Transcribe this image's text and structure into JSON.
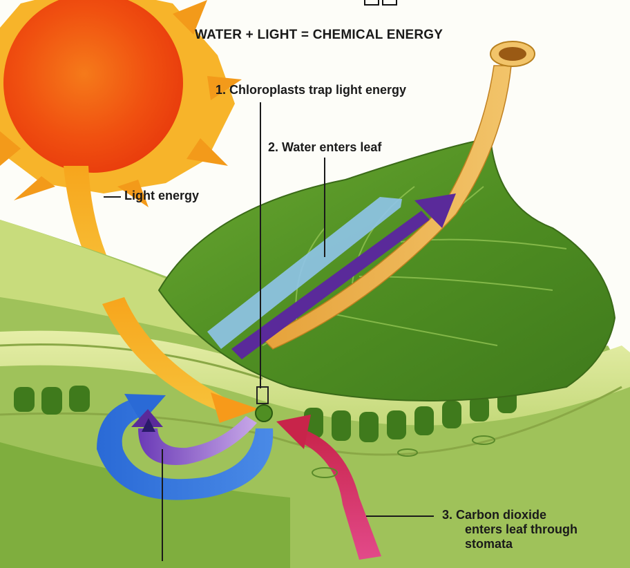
{
  "title": "WATER + LIGHT = CHEMICAL ENERGY",
  "labels": {
    "chloroplasts": "1.  Chloroplasts trap light energy",
    "water": "2.  Water enters leaf",
    "light": "Light energy",
    "co2_lines": [
      "3.  Carbon dioxide",
      "enters leaf through",
      "stomata"
    ]
  },
  "colors": {
    "sun": "#f25a12",
    "leaf": "#5f9a2a",
    "leaf_section": "#d8e69a",
    "water_arrow": "#8fc4ea",
    "sugar_arrow": "#5a2a9a",
    "co2_arrow": "#d63a6a",
    "oxygen_arrow": "#2a6ad6"
  }
}
